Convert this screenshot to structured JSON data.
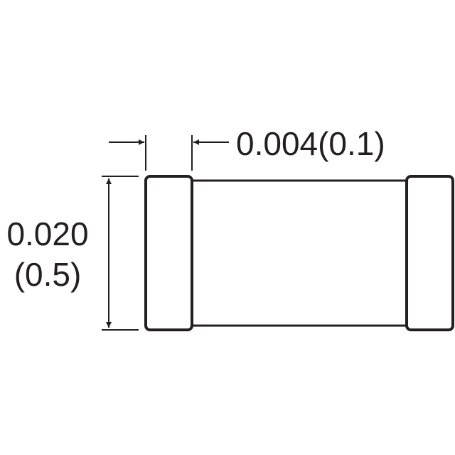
{
  "dimensions": {
    "terminal_width": "0.004(0.1)",
    "height_inch": "0.020",
    "height_mm": "(0.5)"
  },
  "colors": {
    "outline": "#231f20",
    "body_fill": "#ffffff",
    "background": "#ffffff"
  }
}
